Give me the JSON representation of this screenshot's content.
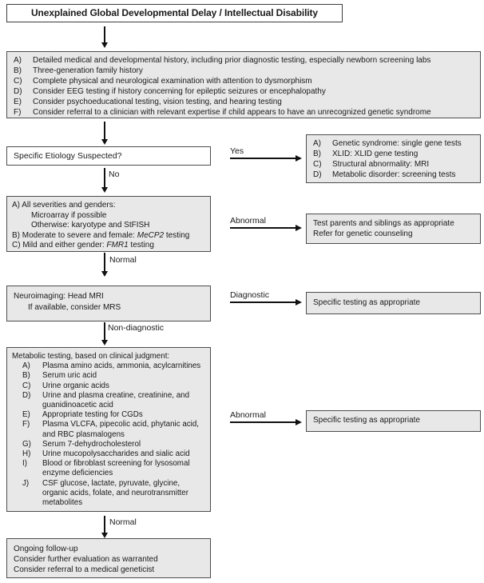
{
  "title": "Unexplained Global Developmental Delay / Intellectual Disability",
  "initial_workup": {
    "items": [
      {
        "letter": "A)",
        "text": "Detailed medical and developmental history, including prior diagnostic testing, especially newborn screening labs"
      },
      {
        "letter": "B)",
        "text": "Three-generation family history"
      },
      {
        "letter": "C)",
        "text": "Complete physical and neurological examination with attention to dysmorphism"
      },
      {
        "letter": "D)",
        "text": "Consider EEG testing if history concerning for epileptic seizures or encephalopathy"
      },
      {
        "letter": "E)",
        "text": "Consider psychoeducational testing, vision testing, and hearing testing"
      },
      {
        "letter": "F)",
        "text": "Consider referral to a clinician with relevant expertise if child appears to have an unrecognized genetic syndrome"
      }
    ]
  },
  "etiology_question": "Specific Etiology Suspected?",
  "branch_labels": {
    "yes": "Yes",
    "no": "No",
    "abnormal_genetic": "Abnormal",
    "normal_genetic": "Normal",
    "diagnostic": "Diagnostic",
    "non_diagnostic": "Non-diagnostic",
    "abnormal_metabolic": "Abnormal",
    "normal_metabolic": "Normal"
  },
  "suspected_etiology_tests": {
    "items": [
      {
        "letter": "A)",
        "text": "Genetic syndrome: single gene tests"
      },
      {
        "letter": "B)",
        "text": "XLID: XLID gene testing"
      },
      {
        "letter": "C)",
        "text": "Structural abnormality: MRI"
      },
      {
        "letter": "D)",
        "text": "Metabolic disorder: screening tests"
      }
    ]
  },
  "genetic_testing": {
    "line_a": "A) All severities and genders:",
    "line_a1": "Microarray if possible",
    "line_a2": "Otherwise: karyotype and StFISH",
    "line_b_prefix": "B) Moderate to severe and female: ",
    "line_b_gene": "MeCP2",
    "line_b_suffix": " testing",
    "line_c_prefix": "C) Mild and either gender: ",
    "line_c_gene": "FMR1",
    "line_c_suffix": " testing"
  },
  "abnormal_genetic_result": {
    "line1": "Test parents and siblings as appropriate",
    "line2": "Refer for genetic counseling"
  },
  "neuroimaging": {
    "line1": "Neuroimaging: Head MRI",
    "line2": "If available, consider MRS"
  },
  "diagnostic_result": "Specific testing as appropriate",
  "metabolic_testing": {
    "heading": "Metabolic testing, based on clinical judgment:",
    "items": [
      {
        "letter": "A)",
        "text": "Plasma amino acids, ammonia, acylcarnitines"
      },
      {
        "letter": "B)",
        "text": "Serum uric acid"
      },
      {
        "letter": "C)",
        "text": "Urine organic acids"
      },
      {
        "letter": "D)",
        "text": "Urine and plasma creatine, creatinine, and guanidinoacetic acid"
      },
      {
        "letter": "E)",
        "text": "Appropriate testing for CGDs"
      },
      {
        "letter": "F)",
        "text": "Plasma VLCFA, pipecolic acid, phytanic acid, and RBC plasmalogens"
      },
      {
        "letter": "G)",
        "text": "Serum 7-dehydrocholesterol"
      },
      {
        "letter": "H)",
        "text": "Urine mucopolysaccharides and sialic acid"
      },
      {
        "letter": "I)",
        "text": "Blood or fibroblast screening for lysosomal enzyme deficiencies"
      },
      {
        "letter": "J)",
        "text": "CSF glucose, lactate, pyruvate, glycine, organic acids, folate, and neurotransmitter metabolites"
      }
    ]
  },
  "abnormal_metabolic_result": "Specific testing as appropriate",
  "followup": {
    "line1": "Ongoing follow-up",
    "line2": "Consider further evaluation as warranted",
    "line3": "Consider referral to a medical geneticist"
  },
  "colors": {
    "box_fill": "#e8e8e8",
    "box_border": "#4d4d4d",
    "arrow": "#111111"
  }
}
